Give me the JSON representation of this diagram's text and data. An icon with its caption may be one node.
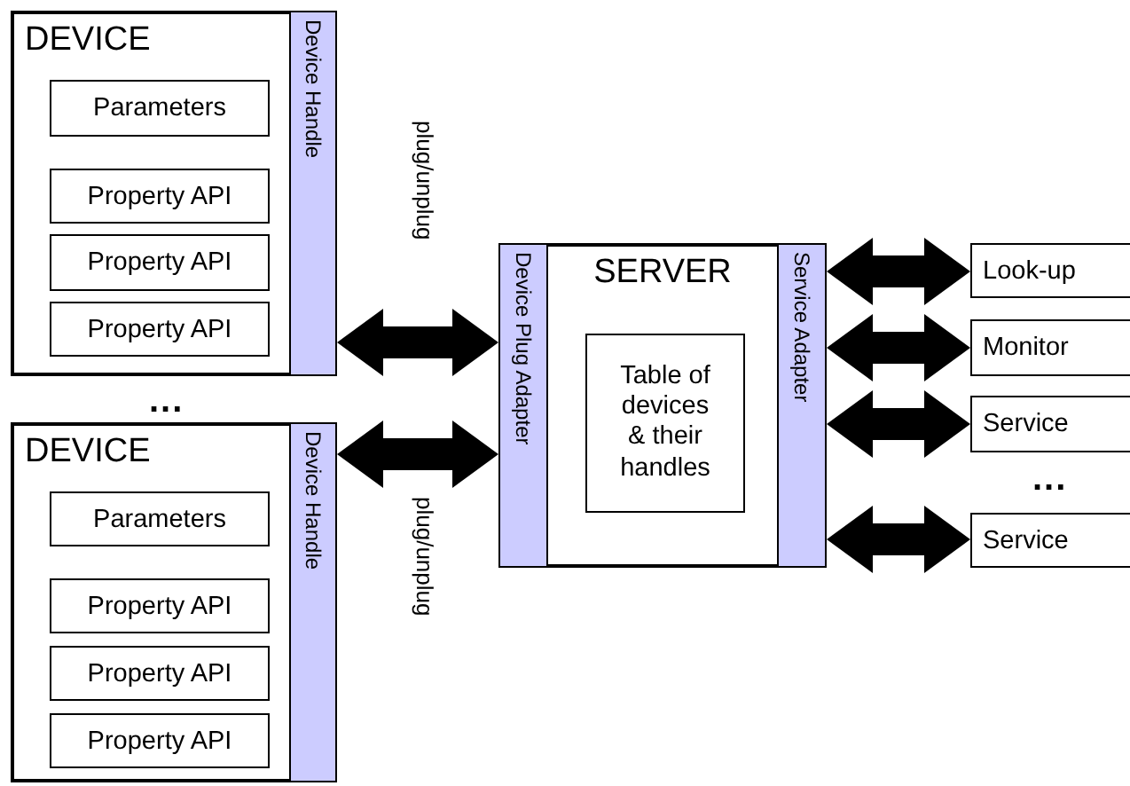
{
  "diagram": {
    "nodes": [
      {
        "text": [
          "DEVICE"
        ]
      },
      {
        "text": [
          "Device Handle"
        ],
        "in": 0
      },
      {
        "text": [
          "Parameters"
        ],
        "in": 0
      },
      {
        "text": [
          "Property API"
        ],
        "in": 0
      },
      {
        "text": [
          "Property API"
        ],
        "in": 0
      },
      {
        "text": [
          "Property API"
        ],
        "in": 0
      },
      {
        "text": [
          "DEVICE"
        ]
      },
      {
        "text": [
          "Device Handle"
        ],
        "in": 6
      },
      {
        "text": [
          "Parameters"
        ],
        "in": 6
      },
      {
        "text": [
          "Property API"
        ],
        "in": 6
      },
      {
        "text": [
          "Property API"
        ],
        "in": 6
      },
      {
        "text": [
          "Property API"
        ],
        "in": 6
      },
      {
        "text": [
          "SERVER"
        ]
      },
      {
        "text": [
          "Device Plug Adapter"
        ],
        "in": 12
      },
      {
        "text": [
          "Table of devices & their handles"
        ],
        "in": 12
      },
      {
        "text": [
          "Service Adapter"
        ],
        "in": 12
      },
      {
        "text": [
          "Look-up"
        ]
      },
      {
        "text": [
          "Monitor"
        ]
      },
      {
        "text": [
          "Service"
        ]
      },
      {
        "text": [
          "Service"
        ]
      }
    ],
    "edges": [
      {
        "from": 1,
        "to": 13,
        "arrow": "both",
        "label": "plug/unplug"
      },
      {
        "from": 7,
        "to": 13,
        "arrow": "both",
        "label": "plug/unplug"
      },
      {
        "from": 15,
        "to": 16,
        "arrow": "both"
      },
      {
        "from": 15,
        "to": 17,
        "arrow": "both"
      },
      {
        "from": 15,
        "to": 18,
        "arrow": "both"
      },
      {
        "from": 15,
        "to": 19,
        "arrow": "both"
      }
    ],
    "labels": [
      "...",
      "..."
    ]
  }
}
